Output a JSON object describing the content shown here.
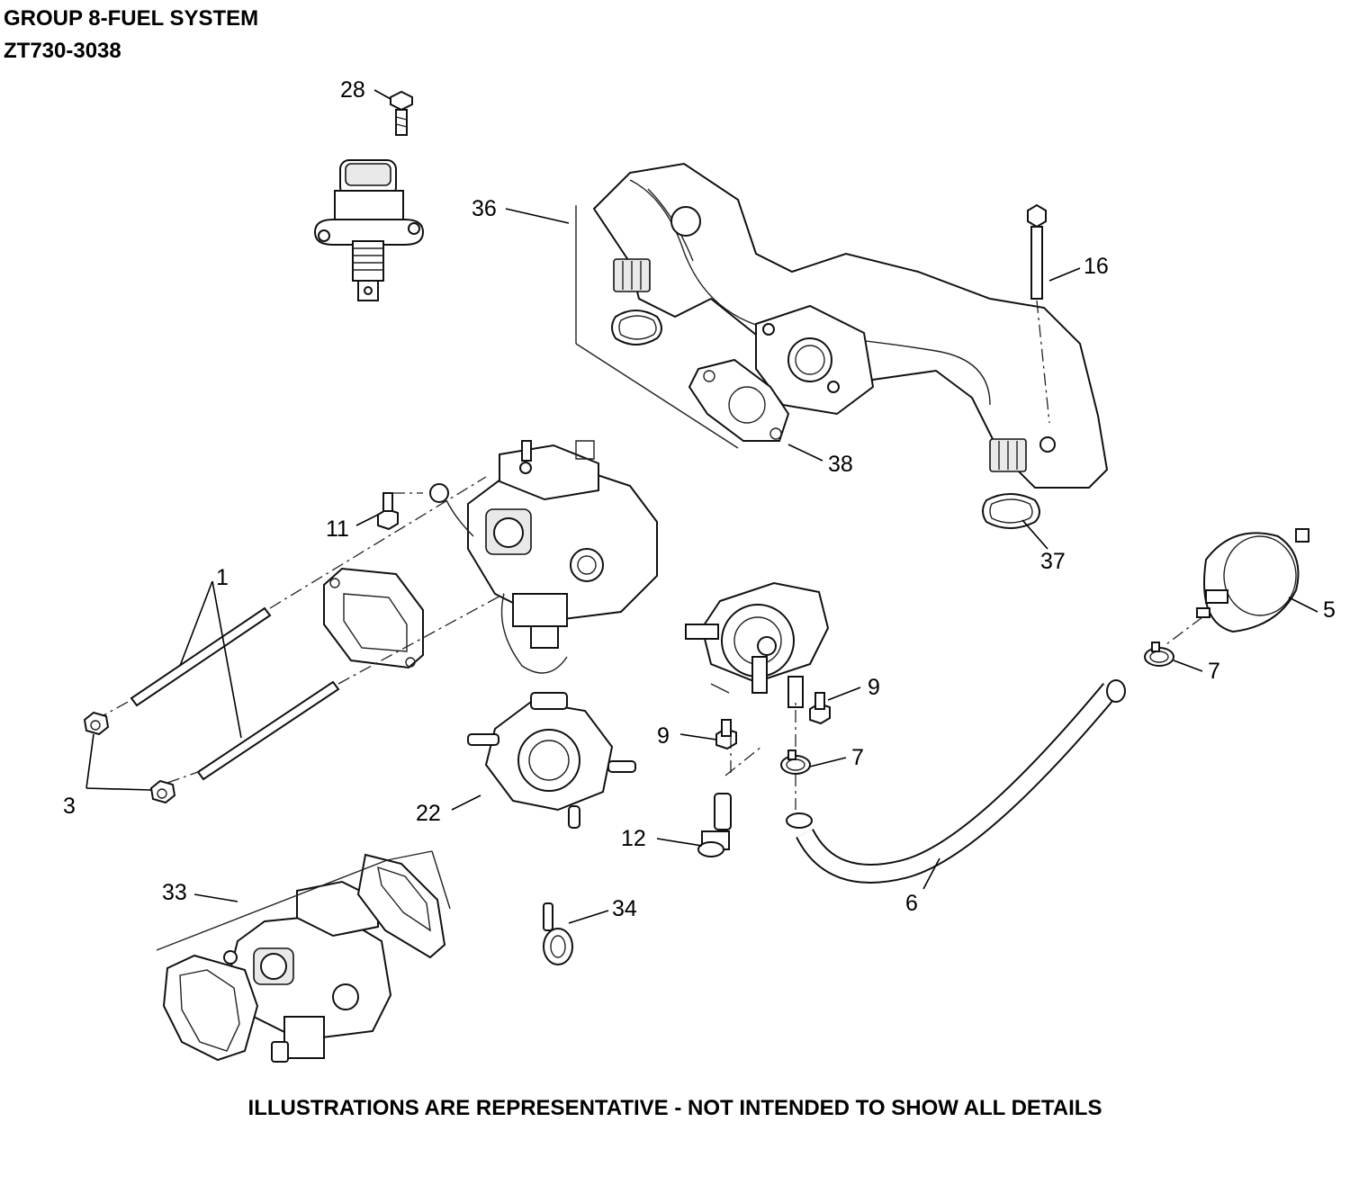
{
  "header": {
    "line1": "GROUP 8-FUEL SYSTEM",
    "line2": "ZT730-3038"
  },
  "footer": {
    "note": "ILLUSTRATIONS ARE REPRESENTATIVE - NOT INTENDED TO SHOW ALL DETAILS"
  },
  "callouts": {
    "c28": "28",
    "c36": "36",
    "c16": "16",
    "c38": "38",
    "c11": "11",
    "c37": "37",
    "c1": "1",
    "c5": "5",
    "c7a": "7",
    "c9a": "9",
    "c9b": "9",
    "c7b": "7",
    "c3": "3",
    "c22": "22",
    "c12": "12",
    "c33": "33",
    "c34": "34",
    "c6": "6"
  }
}
